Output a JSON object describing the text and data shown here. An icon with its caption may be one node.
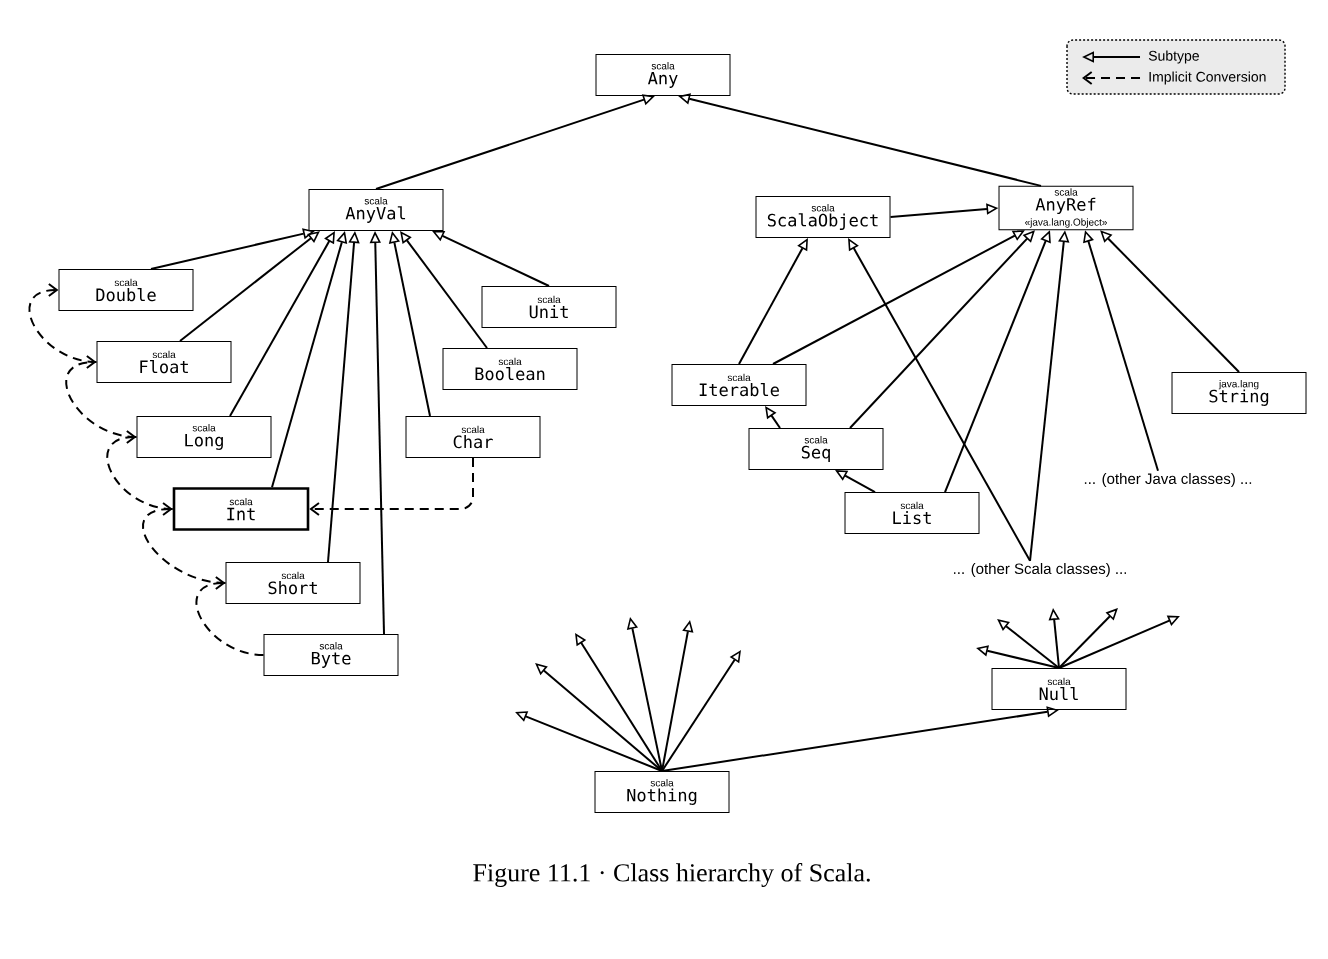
{
  "diagram": {
    "caption": "Figure 11.1 · Class hierarchy of Scala.",
    "nodes": [
      {
        "text": [
          "scala",
          "Any"
        ]
      },
      {
        "text": [
          "scala",
          "AnyVal"
        ]
      },
      {
        "text": [
          "scala",
          "ScalaObject"
        ]
      },
      {
        "text": [
          "scala",
          "AnyRef",
          "«java.lang.Object»"
        ]
      },
      {
        "text": [
          "scala",
          "Double"
        ]
      },
      {
        "text": [
          "scala",
          "Unit"
        ]
      },
      {
        "text": [
          "scala",
          "Float"
        ]
      },
      {
        "text": [
          "scala",
          "Boolean"
        ]
      },
      {
        "text": [
          "scala",
          "Long"
        ]
      },
      {
        "text": [
          "scala",
          "Char"
        ]
      },
      {
        "text": [
          "scala",
          "Iterable"
        ]
      },
      {
        "text": [
          "java.lang",
          "String"
        ]
      },
      {
        "text": [
          "scala",
          "Seq"
        ]
      },
      {
        "text": [
          "... (other Java classes) ..."
        ]
      },
      {
        "text": [
          "scala",
          "Int"
        ]
      },
      {
        "text": [
          "scala",
          "List"
        ]
      },
      {
        "text": [
          "... (other Scala classes) ..."
        ]
      },
      {
        "text": [
          "scala",
          "Short"
        ]
      },
      {
        "text": [
          "scala",
          "Byte"
        ]
      },
      {
        "text": [
          "scala",
          "Null"
        ]
      },
      {
        "text": [
          "scala",
          "Nothing"
        ]
      }
    ],
    "edges": [
      {
        "from": 1,
        "to": 0,
        "arrow": "to"
      },
      {
        "from": 3,
        "to": 0,
        "arrow": "to"
      },
      {
        "from": 2,
        "to": 3,
        "arrow": "to"
      },
      {
        "from": 4,
        "to": 1,
        "arrow": "to"
      },
      {
        "from": 6,
        "to": 1,
        "arrow": "to"
      },
      {
        "from": 8,
        "to": 1,
        "arrow": "to"
      },
      {
        "from": 14,
        "to": 1,
        "arrow": "to"
      },
      {
        "from": 17,
        "to": 1,
        "arrow": "to"
      },
      {
        "from": 18,
        "to": 1,
        "arrow": "to"
      },
      {
        "from": 9,
        "to": 1,
        "arrow": "to"
      },
      {
        "from": 7,
        "to": 1,
        "arrow": "to"
      },
      {
        "from": 5,
        "to": 1,
        "arrow": "to"
      },
      {
        "from": 10,
        "to": 2,
        "arrow": "to"
      },
      {
        "from": 10,
        "to": 3,
        "arrow": "to"
      },
      {
        "from": 12,
        "to": 10,
        "arrow": "to"
      },
      {
        "from": 12,
        "to": 3,
        "arrow": "to"
      },
      {
        "from": 15,
        "to": 12,
        "arrow": "to"
      },
      {
        "from": 15,
        "to": 3,
        "arrow": "to"
      },
      {
        "from": 16,
        "to": 2,
        "arrow": "to"
      },
      {
        "from": 16,
        "to": 3,
        "arrow": "to"
      },
      {
        "from": 13,
        "to": 3,
        "arrow": "to"
      },
      {
        "from": 11,
        "to": 3,
        "arrow": "to"
      },
      {
        "from": 18,
        "to": 17,
        "arrow": "to",
        "style": "dashed"
      },
      {
        "from": 17,
        "to": 14,
        "arrow": "to",
        "style": "dashed"
      },
      {
        "from": 9,
        "to": 14,
        "arrow": "to",
        "style": "dashed"
      },
      {
        "from": 14,
        "to": 8,
        "arrow": "to",
        "style": "dashed"
      },
      {
        "from": 8,
        "to": 6,
        "arrow": "to",
        "style": "dashed"
      },
      {
        "from": 6,
        "to": 4,
        "arrow": "to",
        "style": "dashed"
      },
      {
        "from": 20,
        "to": 19,
        "arrow": "to"
      },
      {
        "from": 20,
        "to": null,
        "arrow": "to"
      },
      {
        "from": 20,
        "to": null,
        "arrow": "to"
      },
      {
        "from": 20,
        "to": null,
        "arrow": "to"
      },
      {
        "from": 20,
        "to": null,
        "arrow": "to"
      },
      {
        "from": 20,
        "to": null,
        "arrow": "to"
      },
      {
        "from": 20,
        "to": null,
        "arrow": "to"
      },
      {
        "from": 19,
        "to": null,
        "arrow": "to"
      },
      {
        "from": 19,
        "to": null,
        "arrow": "to"
      },
      {
        "from": 19,
        "to": null,
        "arrow": "to"
      },
      {
        "from": 19,
        "to": null,
        "arrow": "to"
      },
      {
        "from": 19,
        "to": null,
        "arrow": "to"
      }
    ],
    "legend": [
      {
        "text": "Subtype"
      },
      {
        "text": "Implicit Conversion"
      }
    ]
  }
}
